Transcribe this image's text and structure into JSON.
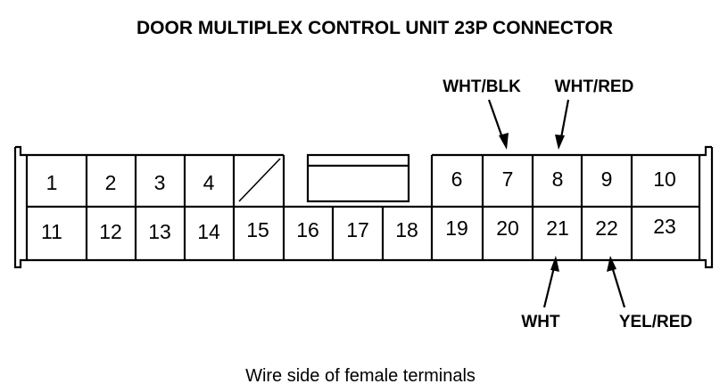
{
  "diagram": {
    "title": "DOOR MULTIPLEX CONTROL UNIT 23P CONNECTOR",
    "caption": "Wire side of female terminals",
    "top_row_pins": [
      "1",
      "2",
      "3",
      "4",
      "",
      "6",
      "7",
      "8",
      "9",
      "10"
    ],
    "bottom_row_pins": [
      "11",
      "12",
      "13",
      "14",
      "15",
      "16",
      "17",
      "18",
      "19",
      "20",
      "21",
      "22",
      "23"
    ],
    "wires": [
      {
        "pin": "7",
        "color": "WHT/BLK"
      },
      {
        "pin": "8",
        "color": "WHT/RED"
      },
      {
        "pin": "21",
        "color": "WHT"
      },
      {
        "pin": "22",
        "color": "YEL/RED"
      }
    ]
  }
}
